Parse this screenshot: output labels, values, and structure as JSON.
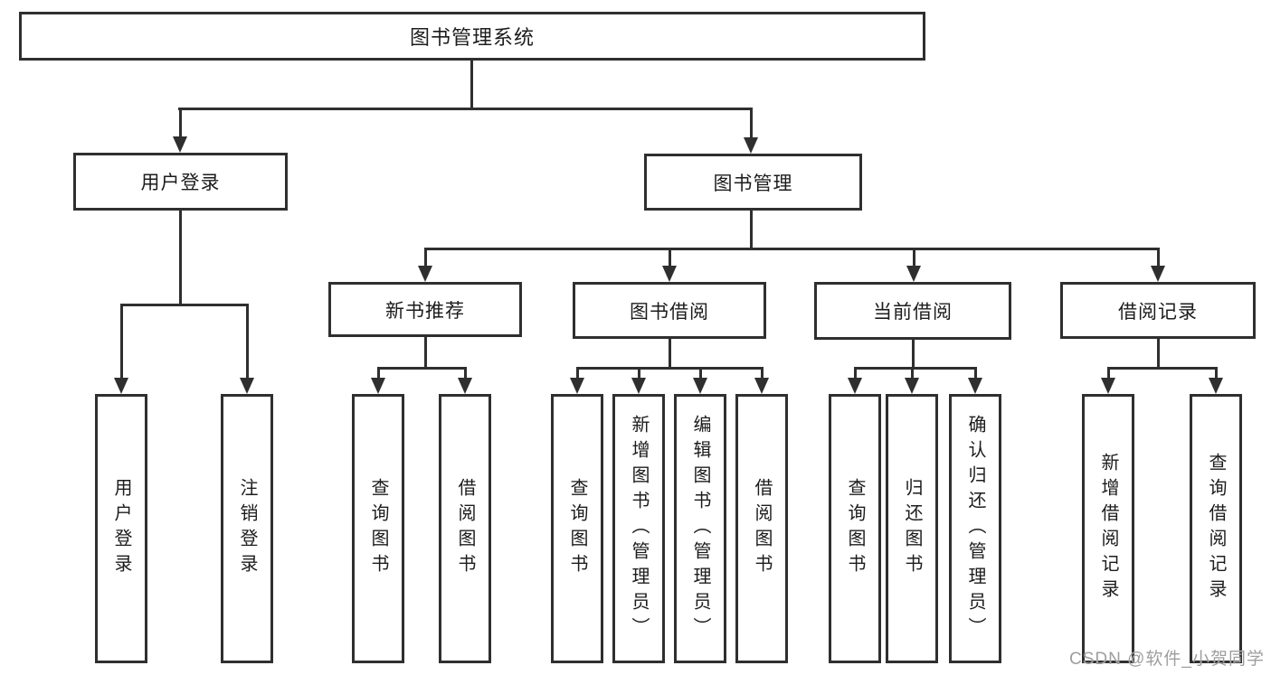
{
  "tree": {
    "label": "图书管理系统",
    "children": [
      {
        "label": "用户登录",
        "children": [
          {
            "label": "用户登录"
          },
          {
            "label": "注销登录"
          }
        ]
      },
      {
        "label": "图书管理",
        "children": [
          {
            "label": "新书推荐",
            "children": [
              {
                "label": "查询图书"
              },
              {
                "label": "借阅图书"
              }
            ]
          },
          {
            "label": "图书借阅",
            "children": [
              {
                "label": "查询图书"
              },
              {
                "label": "新增图书（管理员）"
              },
              {
                "label": "编辑图书（管理员）"
              },
              {
                "label": "借阅图书"
              }
            ]
          },
          {
            "label": "当前借阅",
            "children": [
              {
                "label": "查询图书"
              },
              {
                "label": "归还图书"
              },
              {
                "label": "确认归还（管理员）"
              }
            ]
          },
          {
            "label": "借阅记录",
            "children": [
              {
                "label": "新增借阅记录"
              },
              {
                "label": "查询借阅记录"
              }
            ]
          }
        ]
      }
    ]
  },
  "watermark": {
    "text": "CSDN @软件_小贺同学"
  },
  "colors": {
    "line": "#2f2f2f",
    "text": "#1c1c1c",
    "watermark": "#9e9e9e",
    "background": "#ffffff"
  }
}
